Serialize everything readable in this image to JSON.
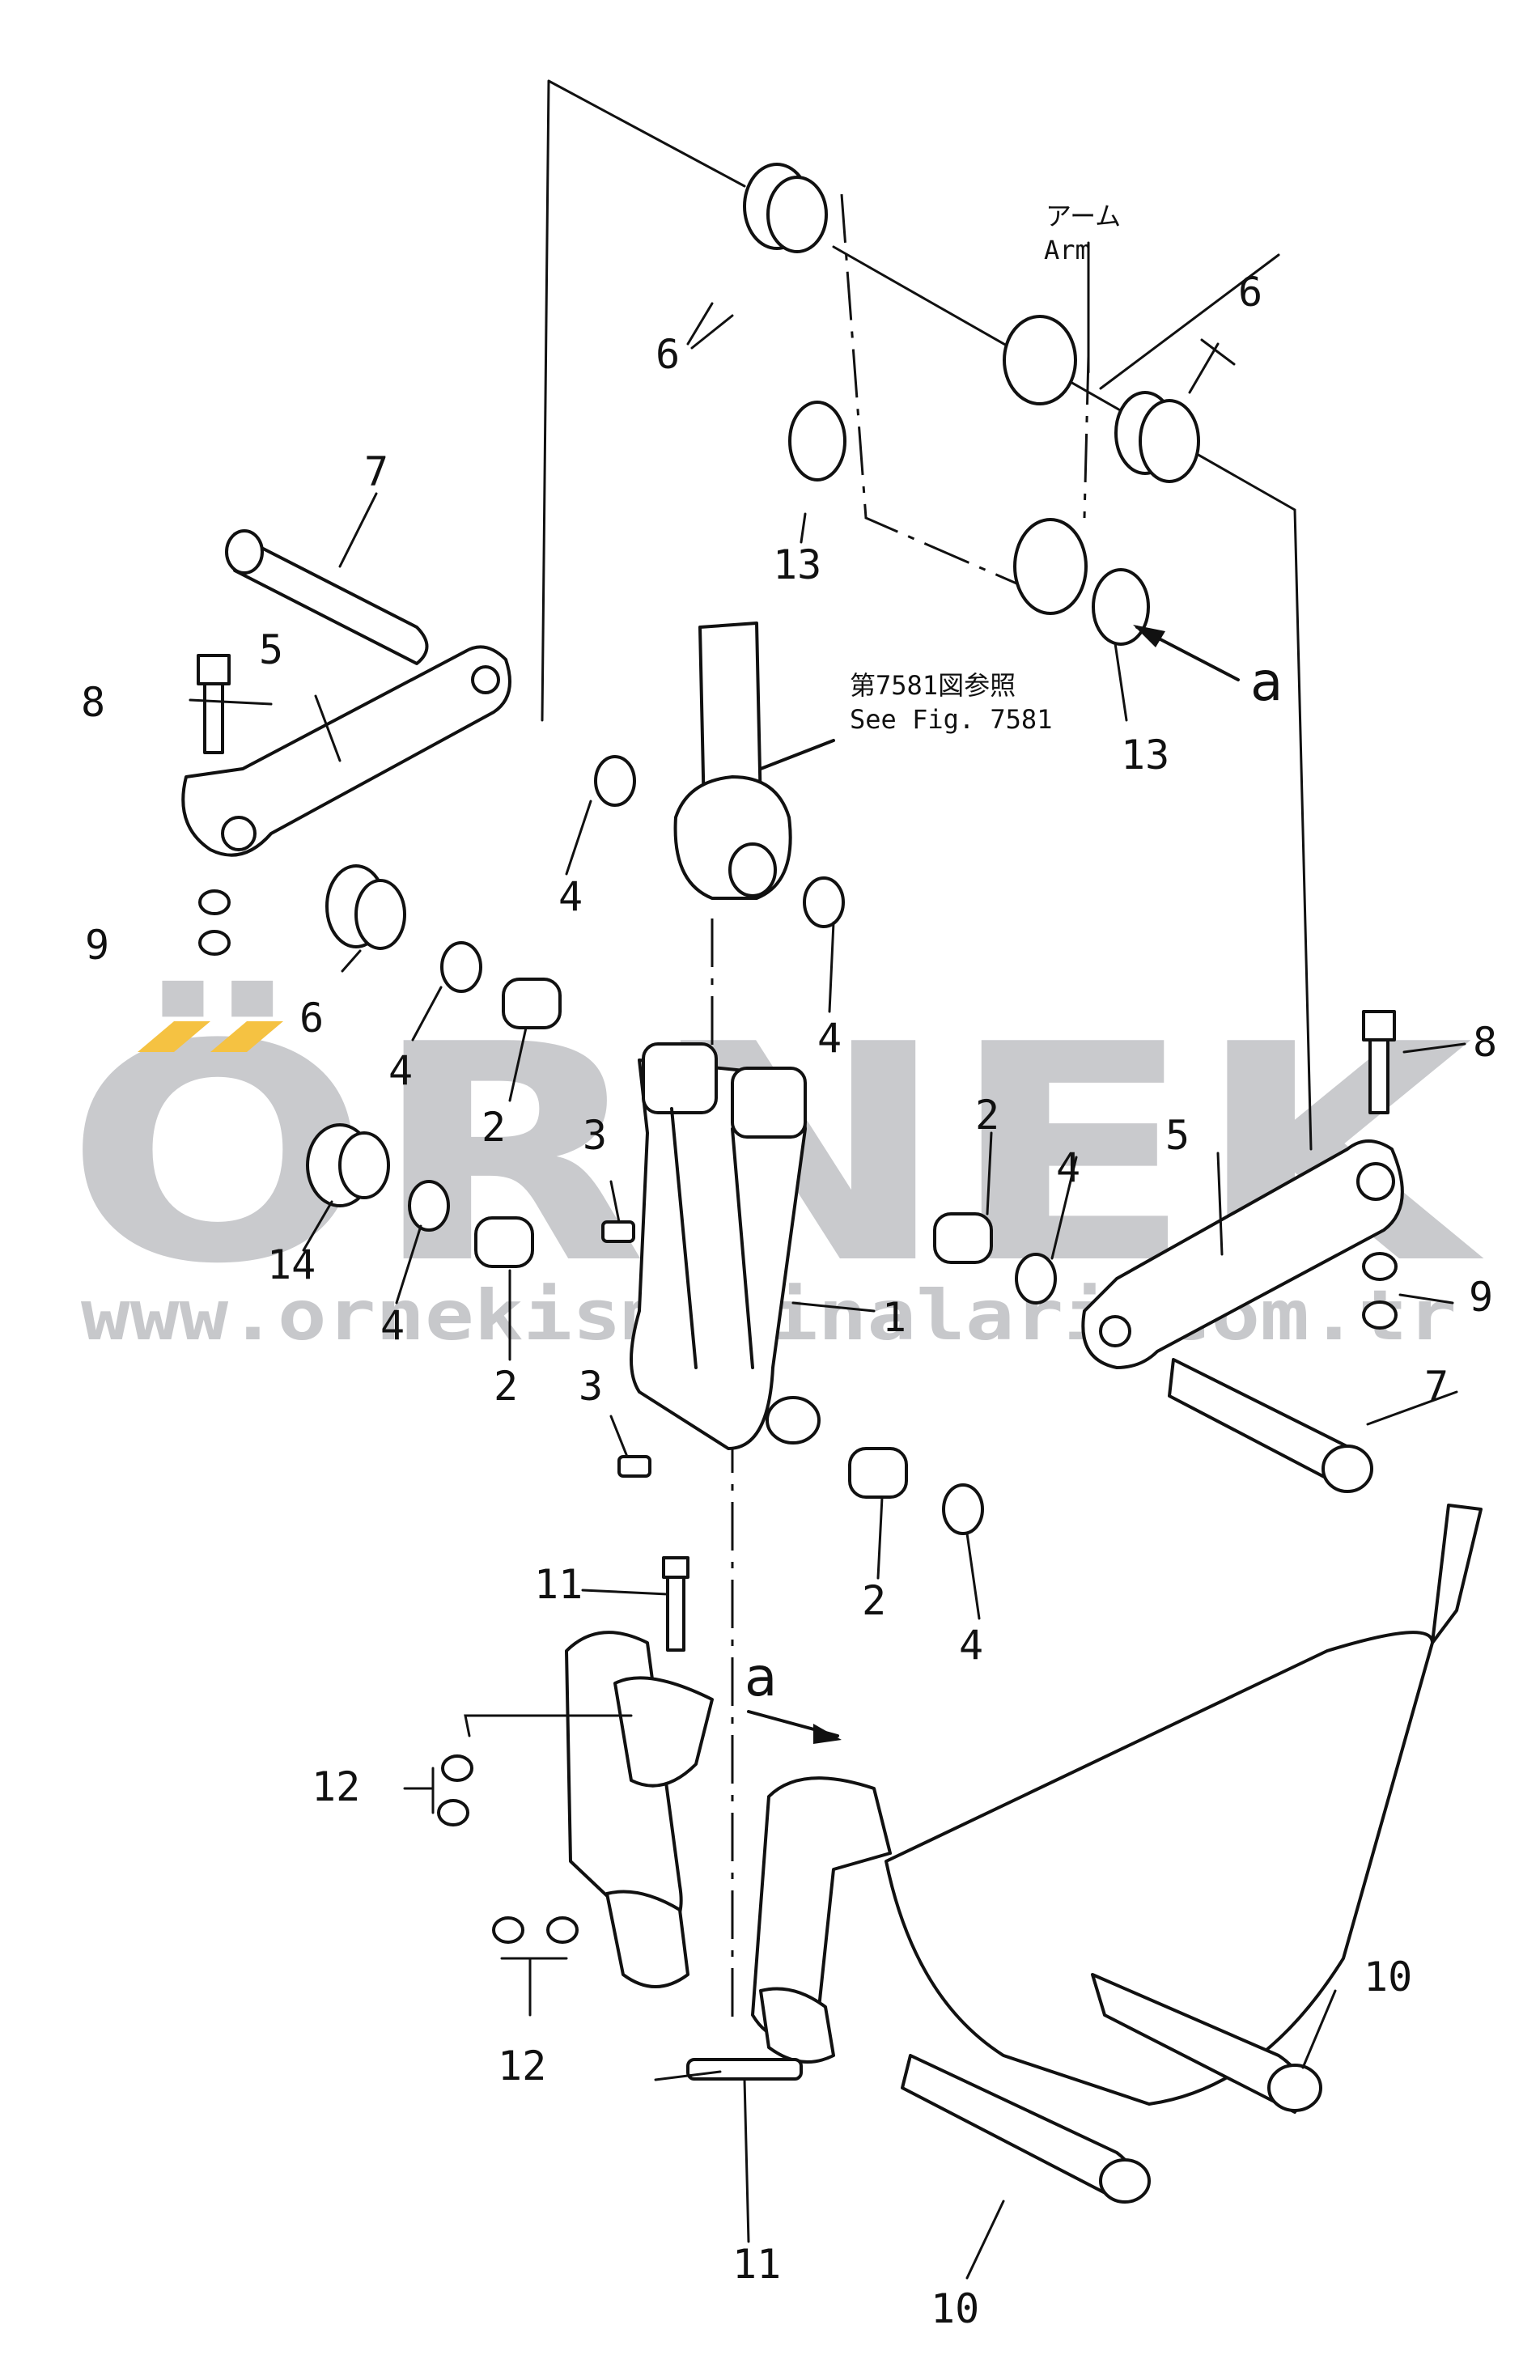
{
  "watermark": {
    "brand": "ÖRNEK",
    "url": "www.ornekismakinalari.com.tr",
    "accent_color": "#f5c242",
    "text_color": "#c9cacd"
  },
  "annotations": {
    "arm_label_jp": "アーム",
    "arm_label_en": "Arm",
    "see_fig_jp": "第7581図参照",
    "see_fig_en": "See Fig. 7581",
    "view_marker_top": "a",
    "view_marker_bottom": "a"
  },
  "callouts": {
    "c1": "1",
    "c2a": "2",
    "c2b": "2",
    "c2c": "2",
    "c2d": "2",
    "c3a": "3",
    "c3b": "3",
    "c4a": "4",
    "c4b": "4",
    "c4c": "4",
    "c4d": "4",
    "c4e": "4",
    "c4f": "4",
    "c5a": "5",
    "c5b": "5",
    "c6a": "6",
    "c6b": "6",
    "c6c": "6",
    "c7a": "7",
    "c7b": "7",
    "c8a": "8",
    "c8b": "8",
    "c9a": "9",
    "c9b": "9",
    "c10a": "10",
    "c10b": "10",
    "c11a": "11",
    "c11b": "11",
    "c12a": "12",
    "c12b": "12",
    "c13a": "13",
    "c13b": "13",
    "c14": "14"
  }
}
